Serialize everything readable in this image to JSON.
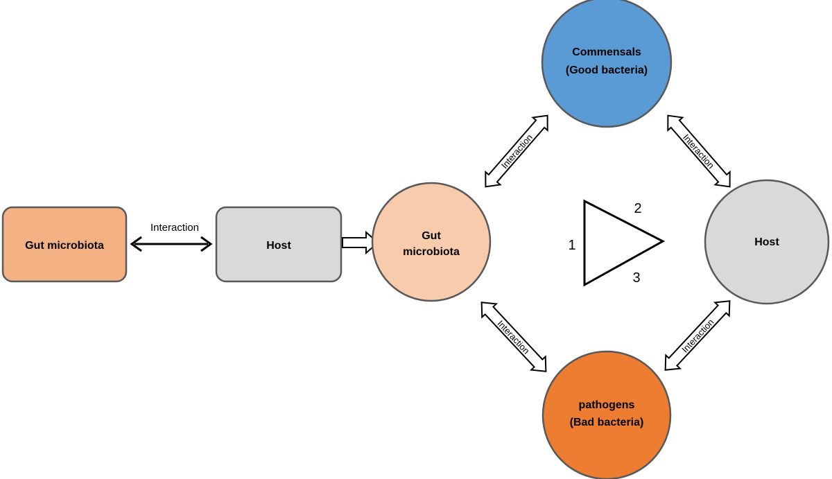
{
  "left_panel": {
    "box_microbiota": {
      "label": "Gut microbiota",
      "color": "#F4B183"
    },
    "box_host": {
      "label": "Host",
      "color": "#D9D9D9"
    },
    "arrow_label": "Interaction"
  },
  "right_panel": {
    "gut_circle": {
      "line1": "Gut",
      "line2": "microbiota",
      "color": "#F8CBAD"
    },
    "commensals_circle": {
      "line1": "Commensals",
      "line2": "(Good bacteria)",
      "color": "#5B9BD5"
    },
    "host_circle": {
      "label": "Host",
      "color": "#D9D9D9"
    },
    "pathogens_circle": {
      "line1": "pathogens",
      "line2": "(Bad bacteria)",
      "color": "#ED7D31"
    },
    "interaction_labels": [
      "Interaction",
      "Interaction",
      "Interaction",
      "Interaction"
    ],
    "triangle_numbers": [
      "1",
      "2",
      "3"
    ]
  },
  "colors": {
    "outline": "#595959",
    "arrow_stroke": "#000000"
  }
}
